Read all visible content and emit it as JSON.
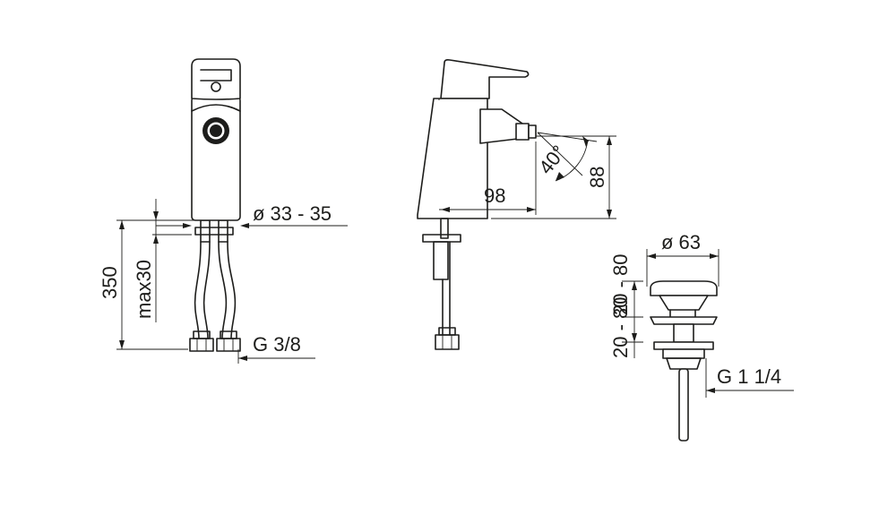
{
  "dimensions": {
    "diameter_body": "ø 33 - 35",
    "height_total": "350",
    "max_projection": "max30",
    "connection_thread": "G 3/8",
    "spout_reach": "98",
    "spout_height": "88",
    "spout_angle": "40°",
    "waste_diameter": "ø 63",
    "waste_range_upper": "20 - 80",
    "waste_range_lower": "20 - 80",
    "waste_thread": "G 1 1/4"
  }
}
